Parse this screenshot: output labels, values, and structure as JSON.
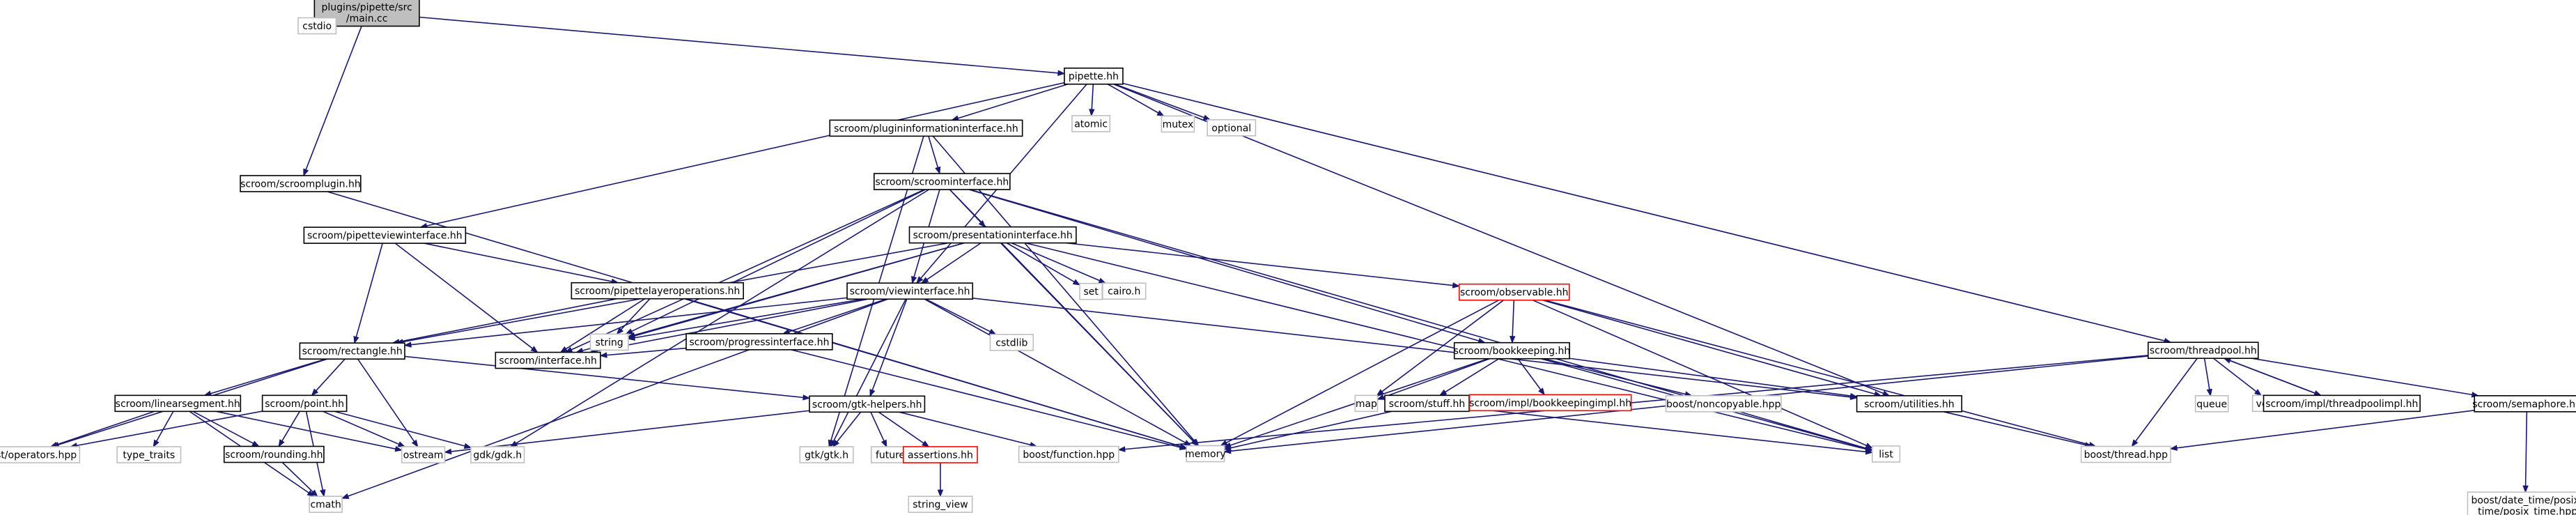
{
  "colors": {
    "edge": "#191970",
    "root_fill": "#bfbfbf",
    "root_border": "#000000",
    "internal_border": "#000000",
    "external_border": "#bfbfbf",
    "missing_border": "#ff0000",
    "node_fill": "#ffffff"
  },
  "nodes": [
    {
      "id": "main",
      "label": "plugins/pipette/src\n/main.cc",
      "kind": "root"
    },
    {
      "id": "cstdio",
      "label": "cstdio",
      "kind": "external"
    },
    {
      "id": "pipette",
      "label": "pipette.hh",
      "kind": "internal"
    },
    {
      "id": "scroomplugin",
      "label": "scroom/scroomplugin.hh",
      "kind": "internal"
    },
    {
      "id": "plugininfo",
      "label": "scroom/plugininformationinterface.hh",
      "kind": "internal"
    },
    {
      "id": "atomic",
      "label": "atomic",
      "kind": "external"
    },
    {
      "id": "mutex",
      "label": "mutex",
      "kind": "external"
    },
    {
      "id": "optional",
      "label": "optional",
      "kind": "external"
    },
    {
      "id": "scroominterface",
      "label": "scroom/scroominterface.hh",
      "kind": "internal"
    },
    {
      "id": "pipetteview",
      "label": "scroom/pipetteviewinterface.hh",
      "kind": "internal"
    },
    {
      "id": "presentation",
      "label": "scroom/presentationinterface.hh",
      "kind": "internal"
    },
    {
      "id": "layerops",
      "label": "scroom/pipettelayeroperations.hh",
      "kind": "internal"
    },
    {
      "id": "set",
      "label": "set",
      "kind": "external"
    },
    {
      "id": "cairo",
      "label": "cairo.h",
      "kind": "external"
    },
    {
      "id": "observable",
      "label": "scroom/observable.hh",
      "kind": "missing"
    },
    {
      "id": "viewinterface",
      "label": "scroom/viewinterface.hh",
      "kind": "internal"
    },
    {
      "id": "string",
      "label": "string",
      "kind": "external"
    },
    {
      "id": "cstdlib",
      "label": "cstdlib",
      "kind": "external"
    },
    {
      "id": "progress",
      "label": "scroom/progressinterface.hh",
      "kind": "internal"
    },
    {
      "id": "rectangle",
      "label": "scroom/rectangle.hh",
      "kind": "internal"
    },
    {
      "id": "interface",
      "label": "scroom/interface.hh",
      "kind": "internal"
    },
    {
      "id": "linesegment",
      "label": "scroom/linearsegment.hh",
      "kind": "internal"
    },
    {
      "id": "point",
      "label": "scroom/point.hh",
      "kind": "internal"
    },
    {
      "id": "boostops",
      "label": "boost/operators.hpp",
      "kind": "external"
    },
    {
      "id": "typetraits",
      "label": "type_traits",
      "kind": "external"
    },
    {
      "id": "rounding",
      "label": "scroom/rounding.hh",
      "kind": "internal"
    },
    {
      "id": "ostream",
      "label": "ostream",
      "kind": "external"
    },
    {
      "id": "gdk",
      "label": "gdk/gdk.h",
      "kind": "external"
    },
    {
      "id": "cmath",
      "label": "cmath",
      "kind": "external"
    },
    {
      "id": "gtkhelpers",
      "label": "scroom/gtk-helpers.hh",
      "kind": "internal"
    },
    {
      "id": "gtk",
      "label": "gtk/gtk.h",
      "kind": "external"
    },
    {
      "id": "future",
      "label": "future",
      "kind": "external"
    },
    {
      "id": "assertions",
      "label": "assertions.hh",
      "kind": "missing"
    },
    {
      "id": "stringview",
      "label": "string_view",
      "kind": "external"
    },
    {
      "id": "boostfunc",
      "label": "boost/function.hpp",
      "kind": "external"
    },
    {
      "id": "memory",
      "label": "memory",
      "kind": "external"
    },
    {
      "id": "bookkeeping",
      "label": "scroom/bookkeeping.hh",
      "kind": "internal"
    },
    {
      "id": "map",
      "label": "map",
      "kind": "external"
    },
    {
      "id": "stuff",
      "label": "scroom/stuff.hh",
      "kind": "internal"
    },
    {
      "id": "bookimpl",
      "label": "scroom/impl/bookkeepingimpl.hh",
      "kind": "missing"
    },
    {
      "id": "noncopyable",
      "label": "boost/noncopyable.hpp",
      "kind": "external"
    },
    {
      "id": "utilities",
      "label": "scroom/utilities.hh",
      "kind": "internal"
    },
    {
      "id": "list",
      "label": "list",
      "kind": "external"
    },
    {
      "id": "threadpool",
      "label": "scroom/threadpool.hh",
      "kind": "internal"
    },
    {
      "id": "queue",
      "label": "queue",
      "kind": "external"
    },
    {
      "id": "vector",
      "label": "vector",
      "kind": "external"
    },
    {
      "id": "tpimpl",
      "label": "scroom/impl/threadpoolimpl.hh",
      "kind": "internal"
    },
    {
      "id": "semaphore",
      "label": "scroom/semaphore.hh",
      "kind": "internal"
    },
    {
      "id": "boostthread",
      "label": "boost/thread.hpp",
      "kind": "external"
    },
    {
      "id": "posixtime",
      "label": "boost/date_time/posix\n_time/posix_time.hpp",
      "kind": "external"
    }
  ],
  "edges": [
    [
      "main",
      "cstdio"
    ],
    [
      "main",
      "pipette"
    ],
    [
      "main",
      "scroomplugin"
    ],
    [
      "pipette",
      "plugininfo"
    ],
    [
      "pipette",
      "atomic"
    ],
    [
      "pipette",
      "mutex"
    ],
    [
      "pipette",
      "optional"
    ],
    [
      "pipette",
      "pipetteview"
    ],
    [
      "pipette",
      "viewinterface"
    ],
    [
      "pipette",
      "utilities"
    ],
    [
      "pipette",
      "threadpool"
    ],
    [
      "scroomplugin",
      "memory"
    ],
    [
      "plugininfo",
      "scroominterface"
    ],
    [
      "plugininfo",
      "memory"
    ],
    [
      "plugininfo",
      "gtk"
    ],
    [
      "scroominterface",
      "presentation"
    ],
    [
      "scroominterface",
      "viewinterface"
    ],
    [
      "scroominterface",
      "interface"
    ],
    [
      "scroominterface",
      "memory"
    ],
    [
      "scroominterface",
      "string"
    ],
    [
      "scroominterface",
      "bookkeeping"
    ],
    [
      "scroominterface",
      "gdk"
    ],
    [
      "scroominterface",
      "list"
    ],
    [
      "pipetteview",
      "layerops"
    ],
    [
      "pipetteview",
      "rectangle"
    ],
    [
      "pipetteview",
      "interface"
    ],
    [
      "presentation",
      "viewinterface"
    ],
    [
      "presentation",
      "set"
    ],
    [
      "presentation",
      "cairo"
    ],
    [
      "presentation",
      "observable"
    ],
    [
      "presentation",
      "rectangle"
    ],
    [
      "presentation",
      "interface"
    ],
    [
      "presentation",
      "memory"
    ],
    [
      "presentation",
      "string"
    ],
    [
      "presentation",
      "list"
    ],
    [
      "layerops",
      "rectangle"
    ],
    [
      "layerops",
      "string"
    ],
    [
      "layerops",
      "memory"
    ],
    [
      "layerops",
      "interface"
    ],
    [
      "observable",
      "bookkeeping"
    ],
    [
      "observable",
      "utilities"
    ],
    [
      "observable",
      "map"
    ],
    [
      "observable",
      "list"
    ],
    [
      "observable",
      "memory"
    ],
    [
      "observable",
      "boostthread"
    ],
    [
      "viewinterface",
      "progress"
    ],
    [
      "viewinterface",
      "rectangle"
    ],
    [
      "viewinterface",
      "interface"
    ],
    [
      "viewinterface",
      "gtkhelpers"
    ],
    [
      "viewinterface",
      "cstdlib"
    ],
    [
      "viewinterface",
      "string"
    ],
    [
      "viewinterface",
      "memory"
    ],
    [
      "viewinterface",
      "gtk"
    ],
    [
      "viewinterface",
      "cmath"
    ],
    [
      "viewinterface",
      "utilities"
    ],
    [
      "progress",
      "interface"
    ],
    [
      "progress",
      "memory"
    ],
    [
      "rectangle",
      "linesegment"
    ],
    [
      "rectangle",
      "point"
    ],
    [
      "rectangle",
      "boostops"
    ],
    [
      "rectangle",
      "ostream"
    ],
    [
      "rectangle",
      "gtkhelpers"
    ],
    [
      "linesegment",
      "boostops"
    ],
    [
      "linesegment",
      "typetraits"
    ],
    [
      "linesegment",
      "rounding"
    ],
    [
      "linesegment",
      "ostream"
    ],
    [
      "linesegment",
      "cmath"
    ],
    [
      "point",
      "boostops"
    ],
    [
      "point",
      "rounding"
    ],
    [
      "point",
      "ostream"
    ],
    [
      "point",
      "gdk"
    ],
    [
      "point",
      "cmath"
    ],
    [
      "rounding",
      "cmath"
    ],
    [
      "gtkhelpers",
      "gtk"
    ],
    [
      "gtkhelpers",
      "future"
    ],
    [
      "gtkhelpers",
      "assertions"
    ],
    [
      "gtkhelpers",
      "boostfunc"
    ],
    [
      "gtkhelpers",
      "ostream"
    ],
    [
      "assertions",
      "stringview"
    ],
    [
      "bookkeeping",
      "map"
    ],
    [
      "bookkeeping",
      "stuff"
    ],
    [
      "bookkeeping",
      "bookimpl"
    ],
    [
      "bookkeeping",
      "noncopyable"
    ],
    [
      "bookkeeping",
      "utilities"
    ],
    [
      "bookkeeping",
      "memory"
    ],
    [
      "bookkeeping",
      "list"
    ],
    [
      "stuff",
      "memory"
    ],
    [
      "stuff",
      "list"
    ],
    [
      "utilities",
      "boostthread"
    ],
    [
      "threadpool",
      "queue"
    ],
    [
      "threadpool",
      "vector"
    ],
    [
      "threadpool",
      "tpimpl"
    ],
    [
      "threadpool",
      "semaphore"
    ],
    [
      "threadpool",
      "boostthread"
    ],
    [
      "threadpool",
      "boostfunc"
    ],
    [
      "threadpool",
      "memory"
    ],
    [
      "tpimpl",
      "threadpool"
    ],
    [
      "semaphore",
      "boostthread"
    ],
    [
      "semaphore",
      "posixtime"
    ]
  ]
}
